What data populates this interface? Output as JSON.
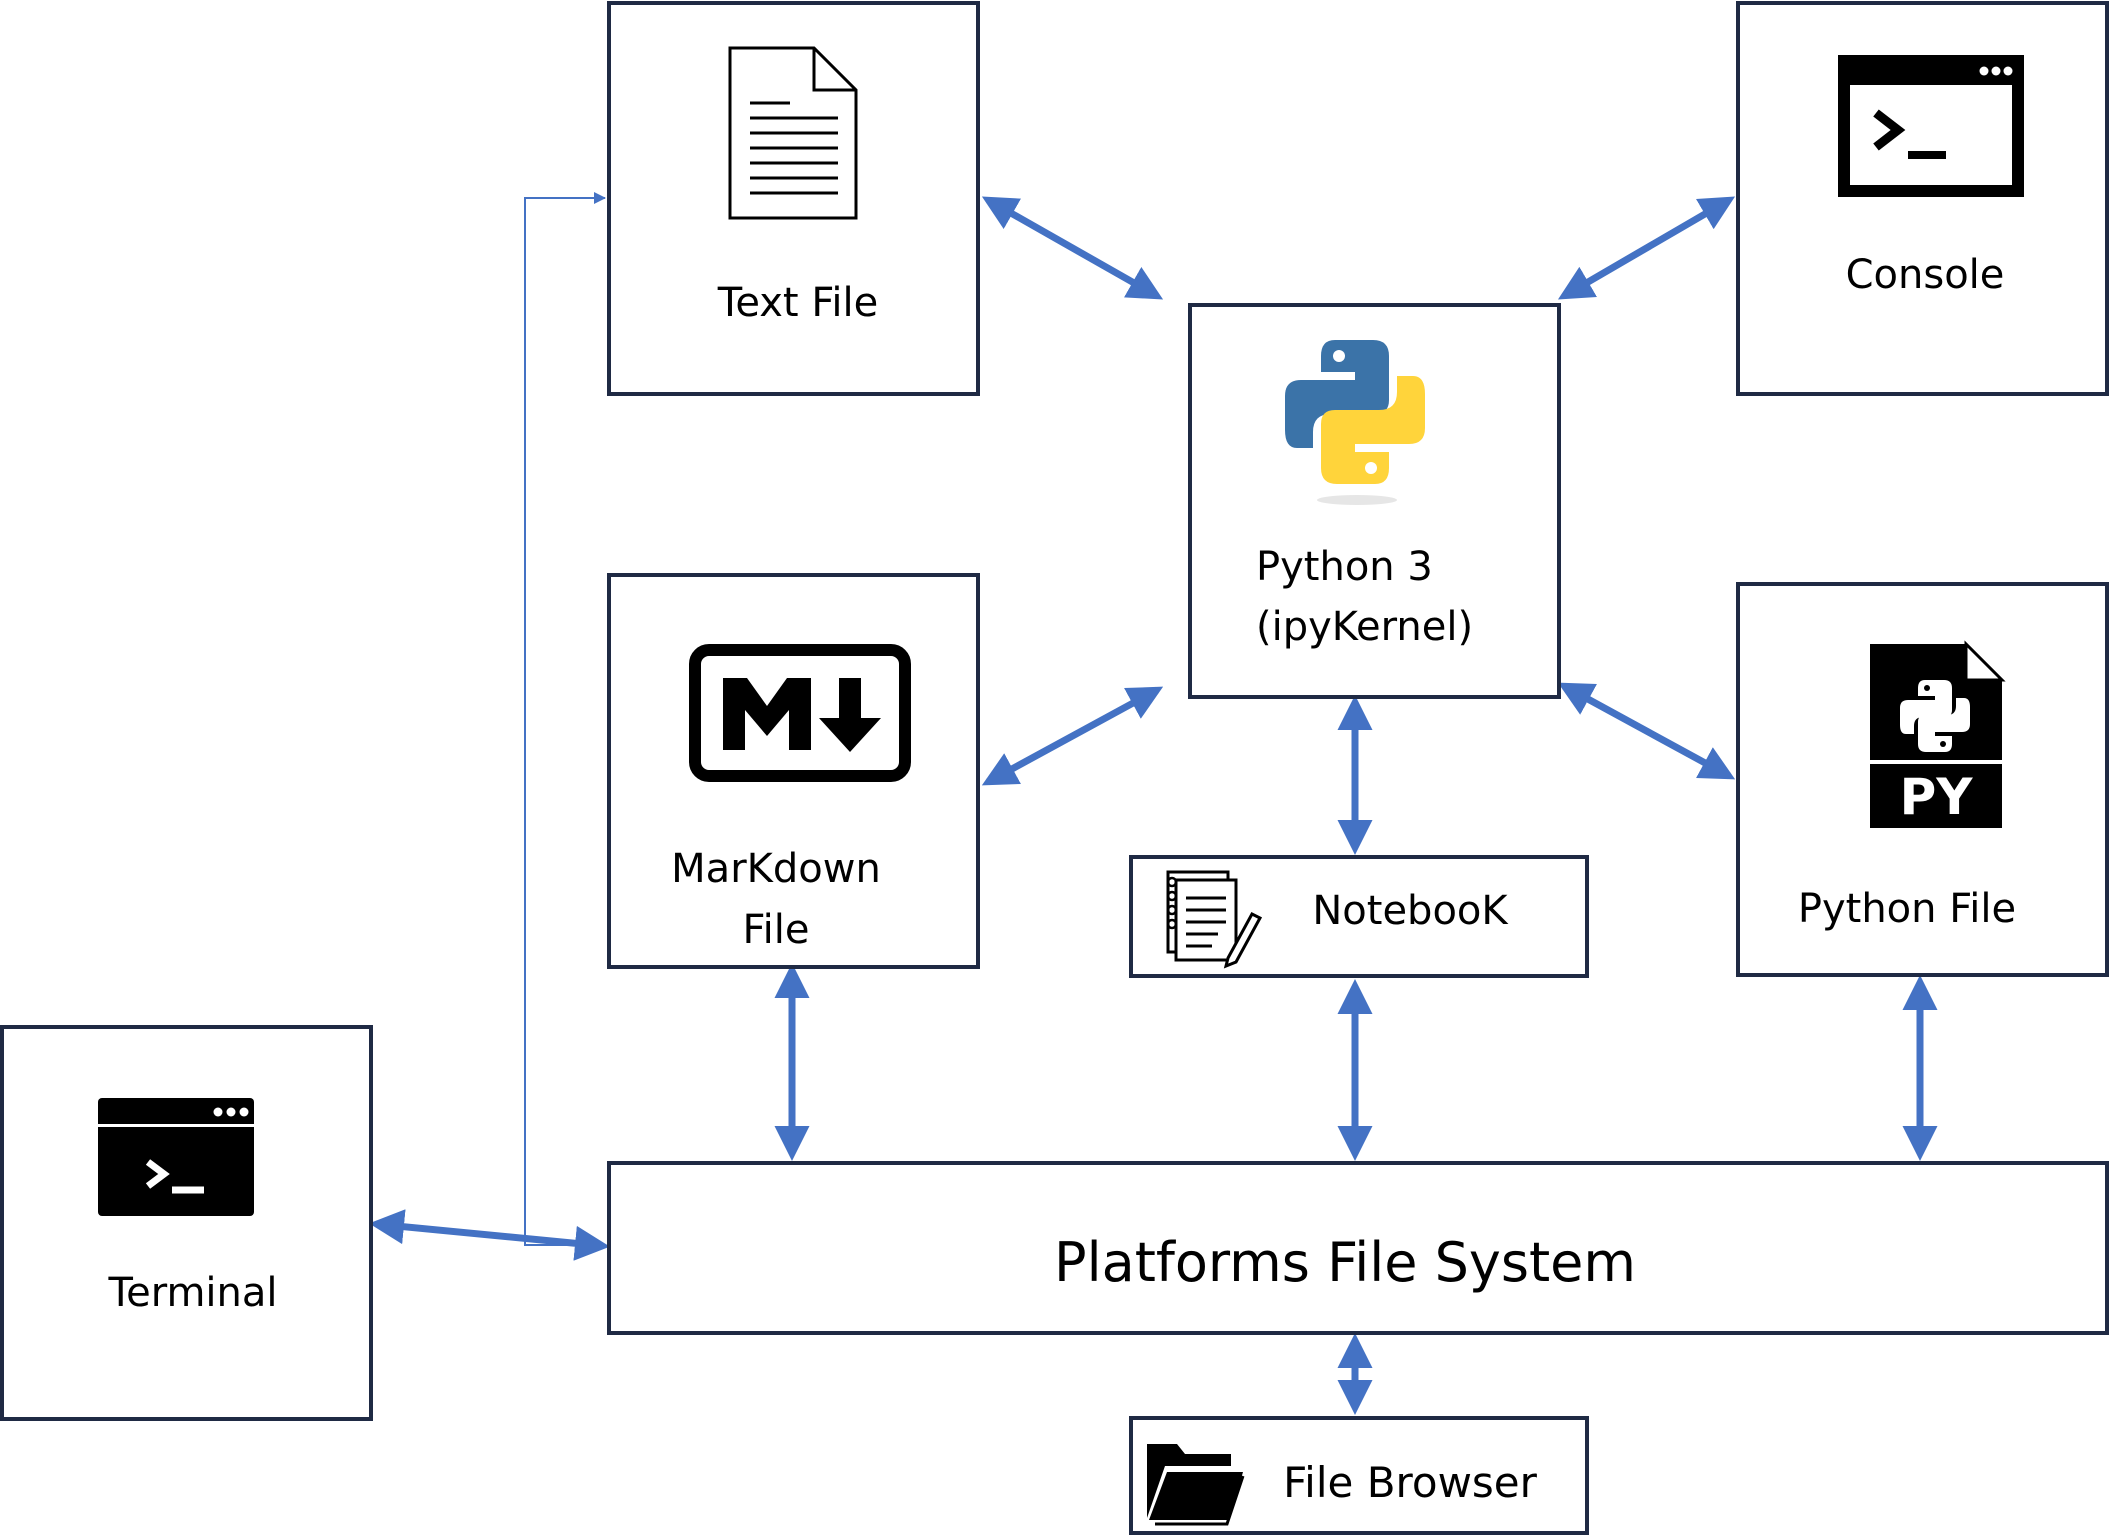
{
  "colors": {
    "box_border": "#1f2a44",
    "arrow": "#4472c4",
    "python_blue": "#3b73a8",
    "python_yellow": "#ffd43b"
  },
  "nodes": {
    "text_file": {
      "label": "Text File",
      "icon": "document-icon"
    },
    "console": {
      "label": "Console",
      "icon": "console-window-icon"
    },
    "python": {
      "line1": "Python 3",
      "line2": "(ipyKernel)",
      "icon": "python-logo-icon"
    },
    "markdown": {
      "line1": "MarKdown",
      "line2": "File",
      "icon": "markdown-icon"
    },
    "notebook": {
      "label": "NotebooK",
      "icon": "notebook-icon"
    },
    "python_file": {
      "label": "Python File",
      "icon": "py-file-icon",
      "badge": "PY"
    },
    "terminal": {
      "label": "Terminal",
      "icon": "terminal-window-icon"
    },
    "filesystem": {
      "label": "Platforms File System"
    },
    "browser": {
      "label": "File Browser",
      "icon": "folder-icon"
    }
  },
  "edges": [
    {
      "from": "text_file",
      "to": "python",
      "direction": "both"
    },
    {
      "from": "console",
      "to": "python",
      "direction": "both"
    },
    {
      "from": "markdown",
      "to": "python",
      "direction": "both"
    },
    {
      "from": "python_file",
      "to": "python",
      "direction": "both"
    },
    {
      "from": "python",
      "to": "notebook",
      "direction": "both"
    },
    {
      "from": "markdown",
      "to": "filesystem",
      "direction": "both"
    },
    {
      "from": "notebook",
      "to": "filesystem",
      "direction": "both"
    },
    {
      "from": "python_file",
      "to": "filesystem",
      "direction": "both"
    },
    {
      "from": "terminal",
      "to": "filesystem",
      "direction": "both"
    },
    {
      "from": "terminal",
      "to": "text_file",
      "direction": "forward"
    },
    {
      "from": "filesystem",
      "to": "browser",
      "direction": "both"
    }
  ]
}
